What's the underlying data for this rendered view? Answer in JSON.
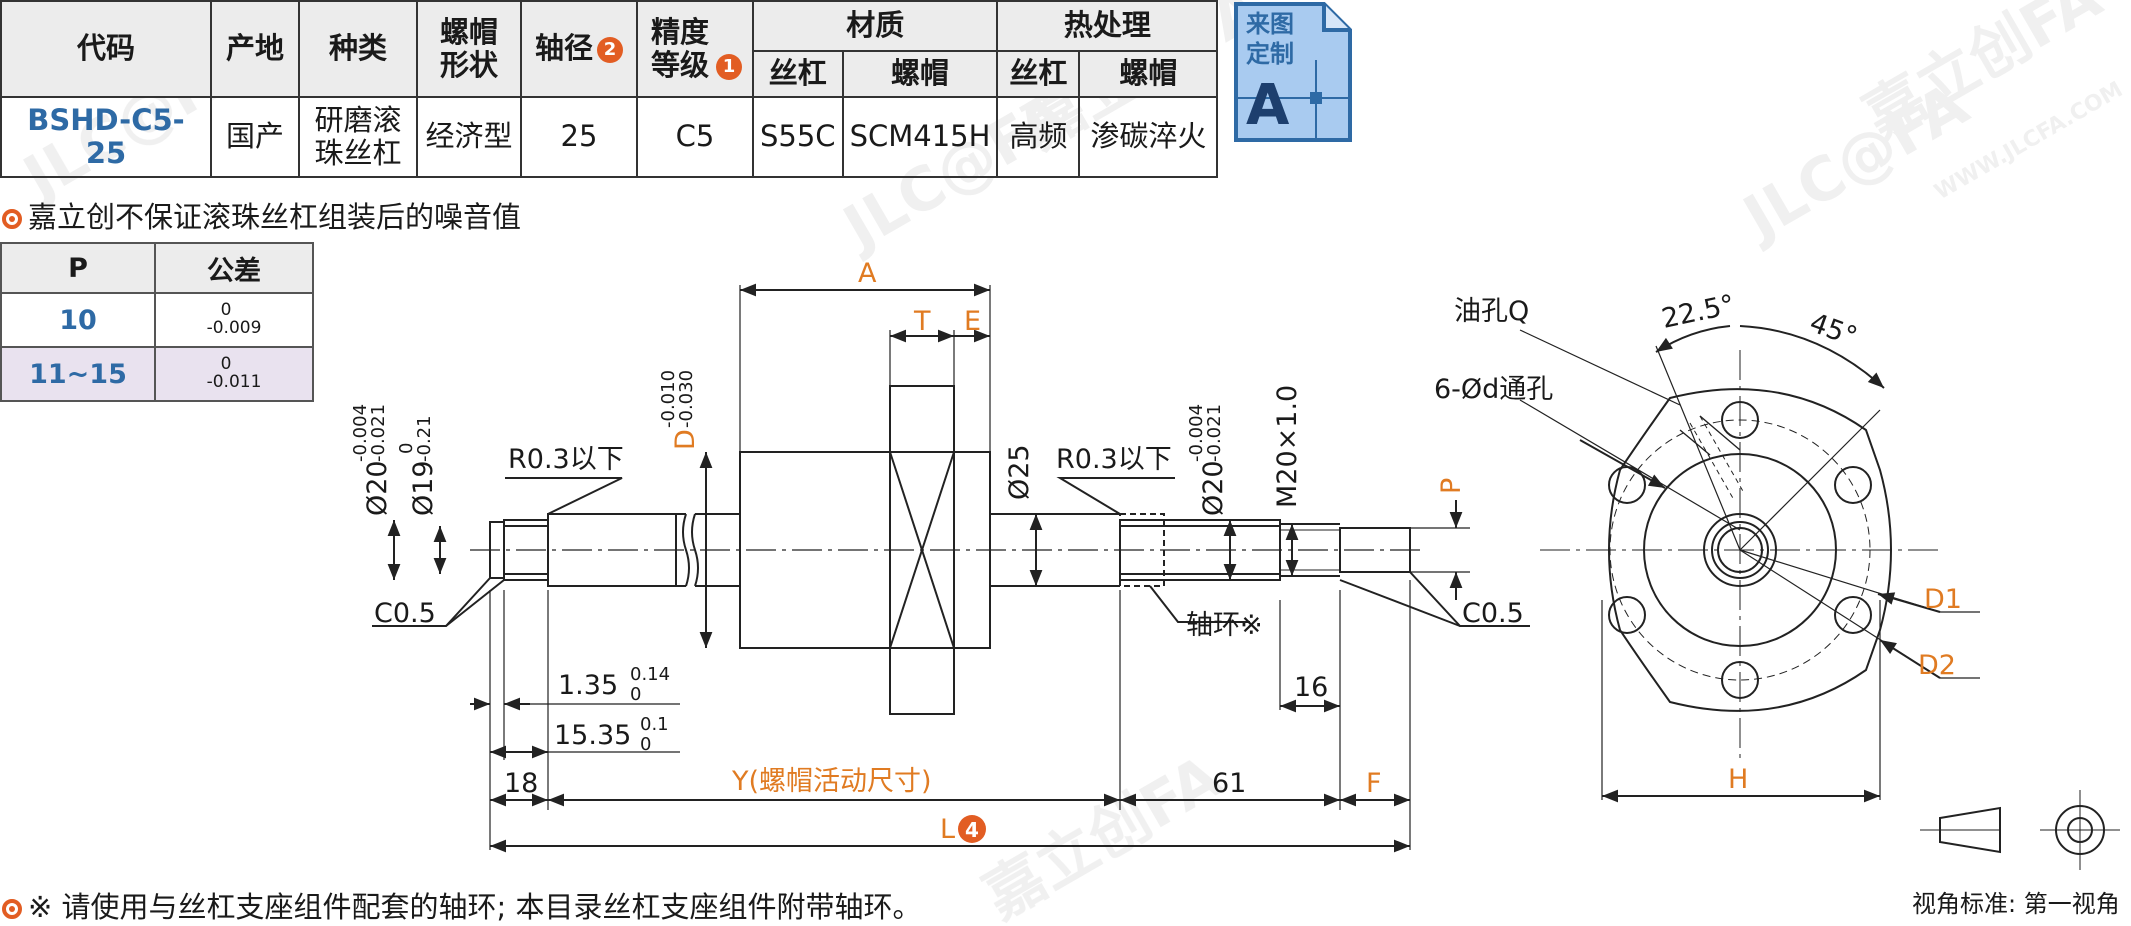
{
  "spec_table": {
    "headers": {
      "code": "代码",
      "origin": "产地",
      "type": "种类",
      "nut_shape": "螺帽形状",
      "shaft_dia": "轴径",
      "shaft_dia_badge": "2",
      "accuracy": "精度等级",
      "accuracy_badge": "1",
      "material": "材质",
      "heat": "热处理",
      "screw": "丝杠",
      "nut": "螺帽"
    },
    "row": {
      "code": "BSHD-C5-25",
      "origin": "国产",
      "type": "研磨滚珠丝杠",
      "nut_shape": "经济型",
      "shaft_dia": "25",
      "accuracy": "C5",
      "screw_material": "S55C",
      "nut_material": "SCM415H",
      "screw_heat": "高频",
      "nut_heat": "渗碳淬火"
    }
  },
  "custom_badge": {
    "line1": "来图",
    "line2": "定制",
    "letter": "A"
  },
  "watermark": {
    "brand": "嘉立创FA",
    "logo": "JLC@FA",
    "url": "WWW.JLCFA.COM"
  },
  "noise_note": "嘉立创不保证滚珠丝杠组装后的噪音值",
  "tolerance_table": {
    "headers": {
      "p": "P",
      "tol": "公差"
    },
    "rows": [
      {
        "p": "10",
        "upper": "0",
        "lower": "-0.009"
      },
      {
        "p": "11~15",
        "upper": "0",
        "lower": "-0.011"
      }
    ]
  },
  "drawing": {
    "A": "A",
    "T": "T",
    "E": "E",
    "D": "D",
    "D_upper": "-0.010",
    "D_lower": "-0.030",
    "phi25": "Ø25",
    "phi20_left": "Ø20",
    "phi20_left_upper": "-0.004",
    "phi20_left_lower": "-0.021",
    "phi19": "Ø19",
    "phi19_upper": "0",
    "phi19_lower": "-0.21",
    "r03_left": "R0.3以下",
    "r03_right": "R0.3以下",
    "phi20_right": "Ø20",
    "phi20_right_upper": "-0.004",
    "phi20_right_lower": "-0.021",
    "m20": "M20×1.0",
    "P": "P",
    "c05_left": "C0.5",
    "c05_right": "C0.5",
    "collar": "轴环※",
    "dim_135": "1.35",
    "dim_135_upper": "0.14",
    "dim_135_lower": "0",
    "dim_1535": "15.35",
    "dim_1535_upper": "0.1",
    "dim_1535_lower": "0",
    "dim_16": "16",
    "dim_18": "18",
    "Y_label": "Y(螺帽活动尺寸)",
    "dim_61": "61",
    "F": "F",
    "L": "L",
    "L_badge": "4",
    "oil_hole": "油孔Q",
    "through_hole": "6-Ød通孔",
    "angle_225": "22.5°",
    "angle_45": "45°",
    "D1": "D1",
    "D2": "D2",
    "H": "H"
  },
  "bottom_note": "※ 请使用与丝杠支座组件配套的轴环; 本目录丝杠支座组件附带轴环。",
  "view_standard": "视角标准: 第一视角",
  "colors": {
    "accent_orange": "#e25d23",
    "code_blue": "#2e6aa5",
    "dim_orange": "#e07b22"
  }
}
